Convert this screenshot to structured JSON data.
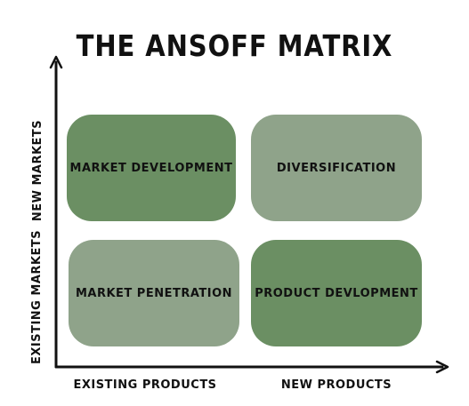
{
  "title": "THE ANSOFF MATRIX",
  "colors": {
    "dark_green": "#6b8f63",
    "light_green": "#8fa38a",
    "axis": "#111111"
  },
  "quadrants": [
    {
      "label": "Market Development",
      "shade": "dark"
    },
    {
      "label": "Diversification",
      "shade": "light"
    },
    {
      "label": "Market Penetration",
      "shade": "light"
    },
    {
      "label": "Product Devlopment",
      "shade": "dark"
    }
  ],
  "x_axis": {
    "left_label": "Existing Products",
    "right_label": "New Products"
  },
  "y_axis": {
    "top_label": "New Markets",
    "bottom_label": "Existing Markets"
  }
}
